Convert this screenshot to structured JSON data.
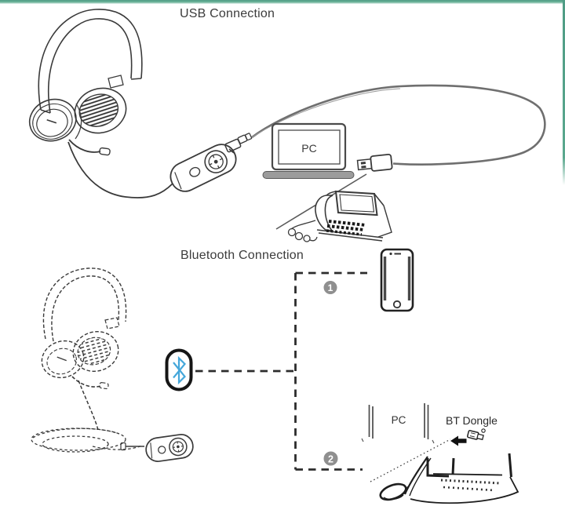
{
  "canvas": {
    "width": "720",
    "height": "645"
  },
  "borders": {
    "top_color": "#4f9c85",
    "right_color": "#5aa88e"
  },
  "usb_section": {
    "title": "USB Connection",
    "laptop_label": "PC"
  },
  "bluetooth_section": {
    "title": "Bluetooth Connection",
    "pc_label": "PC",
    "dongle_label": "BT Dongle",
    "step_badges": {
      "one": "1",
      "two": "2"
    }
  },
  "colors": {
    "bluetooth_glyph": "#45a7da",
    "badge_fill": "#8f8f8f",
    "badge_text": "#ffffff",
    "line_art": "#3a3a3a",
    "title_text": "#3c3c3c"
  },
  "icons": {
    "bluetooth": "bluetooth-rune-in-pill-outline",
    "usb_plug": "usb-a-plug",
    "arrow": "solid-left-arrow"
  }
}
